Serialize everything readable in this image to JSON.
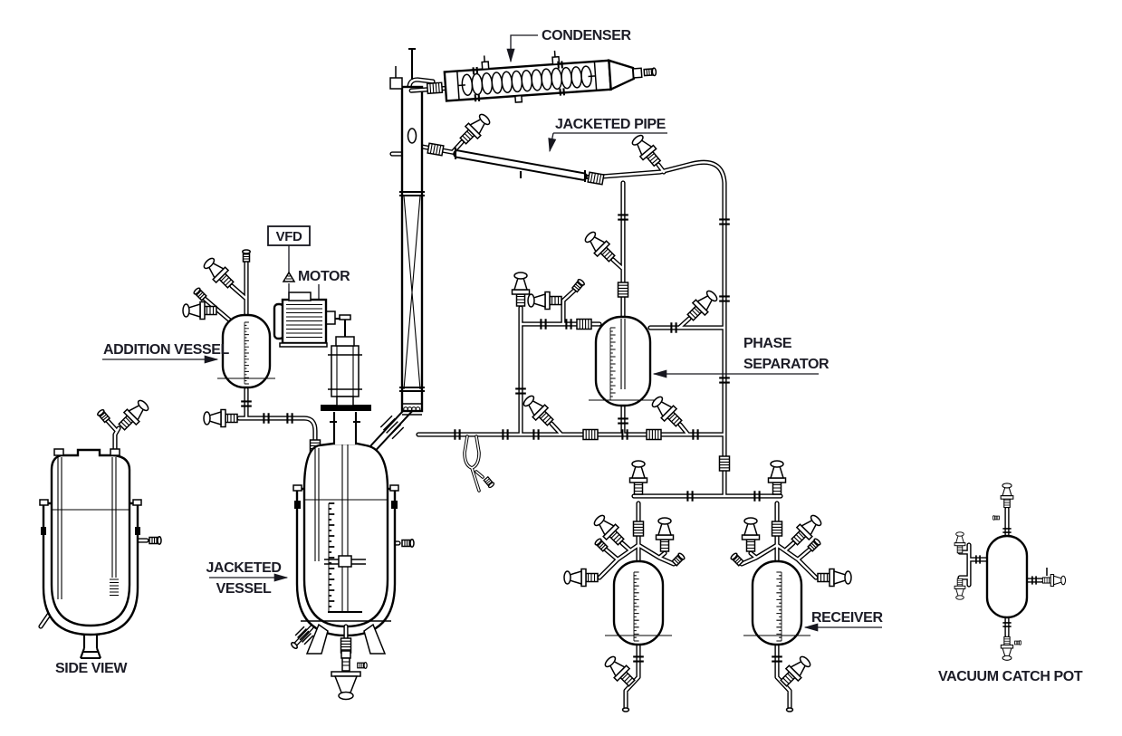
{
  "diagram": {
    "type": "process-equipment-line-diagram",
    "background_color": "#ffffff",
    "line_color": "#000000",
    "label_color": "#1c1c26"
  },
  "labels": {
    "condenser": "CONDENSER",
    "jacketed_pipe": "JACKETED PIPE",
    "vfd": "VFD",
    "motor": "MOTOR",
    "addition_vessel": "ADDITION VESSEL",
    "phase_separator_line1": "PHASE",
    "phase_separator_line2": "SEPARATOR",
    "jacketed_vessel_line1": "JACKETED",
    "jacketed_vessel_line2": "VESSEL",
    "side_view": "SIDE VIEW",
    "receiver": "RECEIVER",
    "vacuum_catch_pot": "VACUUM CATCH POT"
  },
  "equipment": [
    {
      "name": "condenser"
    },
    {
      "name": "jacketed-pipe"
    },
    {
      "name": "vfd"
    },
    {
      "name": "motor"
    },
    {
      "name": "addition-vessel"
    },
    {
      "name": "phase-separator"
    },
    {
      "name": "jacketed-vessel"
    },
    {
      "name": "side-view-vessel"
    },
    {
      "name": "receiver-left"
    },
    {
      "name": "receiver-right"
    },
    {
      "name": "vacuum-catch-pot"
    }
  ]
}
